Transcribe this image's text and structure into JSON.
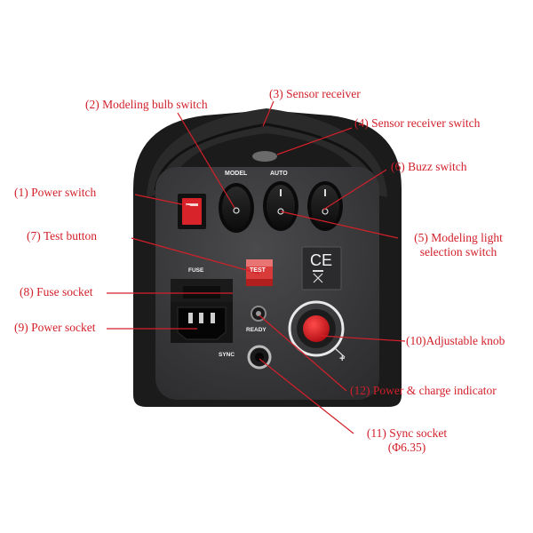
{
  "labels": {
    "power_switch": "(1) Power switch",
    "modeling_bulb_switch": "(2) Modeling bulb switch",
    "sensor_receiver": "(3) Sensor receiver",
    "sensor_receiver_switch": "(4) Sensor receiver switch",
    "modeling_light_selection_line1": "(5) Modeling light",
    "modeling_light_selection_line2": "selection switch",
    "buzz_switch": "(6) Buzz switch",
    "test_button": "(7) Test button",
    "fuse_socket": "(8) Fuse socket",
    "power_socket": "(9) Power socket",
    "adjustable_knob": "(10)Adjustable knob",
    "sync_socket_line1": "(11) Sync socket",
    "sync_socket_line2": "(Φ6.35)",
    "power_charge_indicator": "(12) Power & charge indicator"
  },
  "panel": {
    "model": "MODEL",
    "auto": "AUTO",
    "fuse": "FUSE",
    "ready": "READY",
    "sync": "SYNC",
    "ce": "CE",
    "test_button_text": "TEST",
    "knob_plus": "+"
  },
  "colors": {
    "label": "#d2202a",
    "leader_line": "#d2202a",
    "body": "#1e1e1e",
    "panel": "#3a3a3c",
    "power_switch": "#d8232a"
  }
}
